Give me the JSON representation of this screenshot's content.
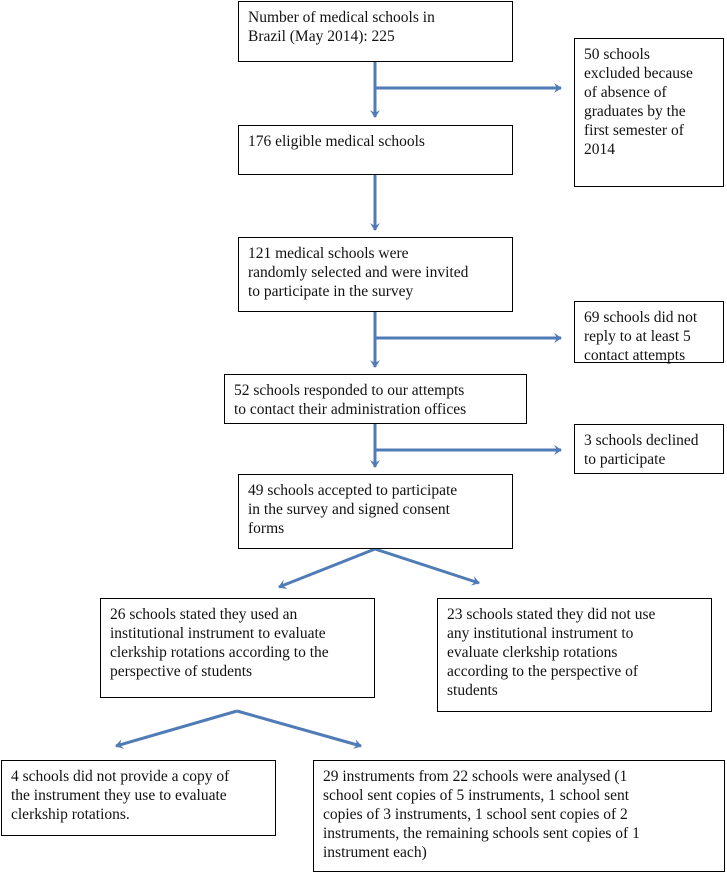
{
  "flowchart": {
    "colors": {
      "arrow": "#4f7bb6",
      "border": "#000000",
      "text": "#111111"
    },
    "boxes": {
      "total_schools": "Number of medical schools in\nBrazil (May 2014): 225",
      "excluded": "50 schools\nexcluded because\nof absence of\ngraduates by the\nfirst semester of\n2014",
      "eligible": "176 eligible medical schools",
      "selected": "121 medical schools were\nrandomly selected and were invited\nto participate in the survey",
      "no_reply": "69 schools did not\nreply to at least 5\ncontact attempts",
      "responded": "52 schools responded to our attempts\nto contact their administration offices",
      "declined": "3 schools declined\nto participate",
      "accepted": "49 schools accepted to participate\nin the survey and signed consent\nforms",
      "used_instrument": "26 schools stated they used an\ninstitutional instrument to evaluate\nclerkship rotations according to the\nperspective of students",
      "no_instrument": "23 schools stated they did not use\nany institutional instrument to\nevaluate clerkship rotations\naccording to the perspective of\nstudents",
      "no_copy": "4 schools did not provide a copy of\nthe instrument they use to evaluate\nclerkship rotations.",
      "analysed": "29 instruments from 22 schools were analysed (1\nschool sent copies of 5 instruments, 1 school sent\ncopies of 3 instruments, 1 school sent copies of 2\ninstruments, the remaining schools sent copies of 1\ninstrument each)"
    }
  }
}
